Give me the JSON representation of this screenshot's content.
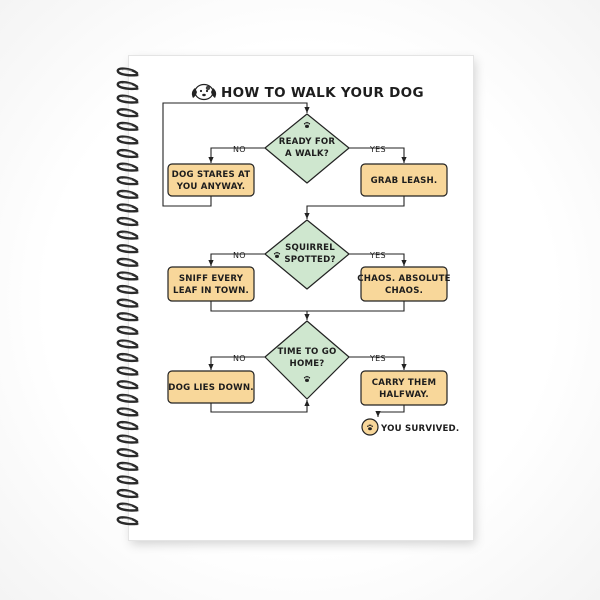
{
  "title": "HOW TO WALK YOUR DOG",
  "icons": {
    "title": "dog-face-icon",
    "node_marker": "paw-print-icon"
  },
  "colors": {
    "decision": "#cfe7cf",
    "action": "#f8d79a",
    "stroke": "#222222"
  },
  "decisions": [
    {
      "id": "d1",
      "lines": [
        "READY FOR",
        "A WALK?"
      ],
      "no_label": "NO",
      "yes_label": "YES"
    },
    {
      "id": "d2",
      "lines": [
        "SQUIRREL",
        "SPOTTED?"
      ],
      "no_label": "NO",
      "yes_label": "YES"
    },
    {
      "id": "d3",
      "lines": [
        "TIME TO GO",
        "HOME?"
      ],
      "no_label": "NO",
      "yes_label": "YES"
    }
  ],
  "actions": [
    {
      "id": "a1",
      "lines": [
        "DOG STARES AT",
        "YOU ANYWAY."
      ]
    },
    {
      "id": "a2",
      "lines": [
        "GRAB LEASH."
      ]
    },
    {
      "id": "a3",
      "lines": [
        "SNIFF EVERY",
        "LEAF IN TOWN."
      ]
    },
    {
      "id": "a4",
      "lines": [
        "CHAOS. ABSOLUTE",
        "CHAOS."
      ]
    },
    {
      "id": "a5",
      "lines": [
        "DOG LIES DOWN."
      ]
    },
    {
      "id": "a6",
      "lines": [
        "CARRY THEM",
        "HALFWAY."
      ]
    }
  ],
  "end": {
    "label": "YOU SURVIVED."
  }
}
